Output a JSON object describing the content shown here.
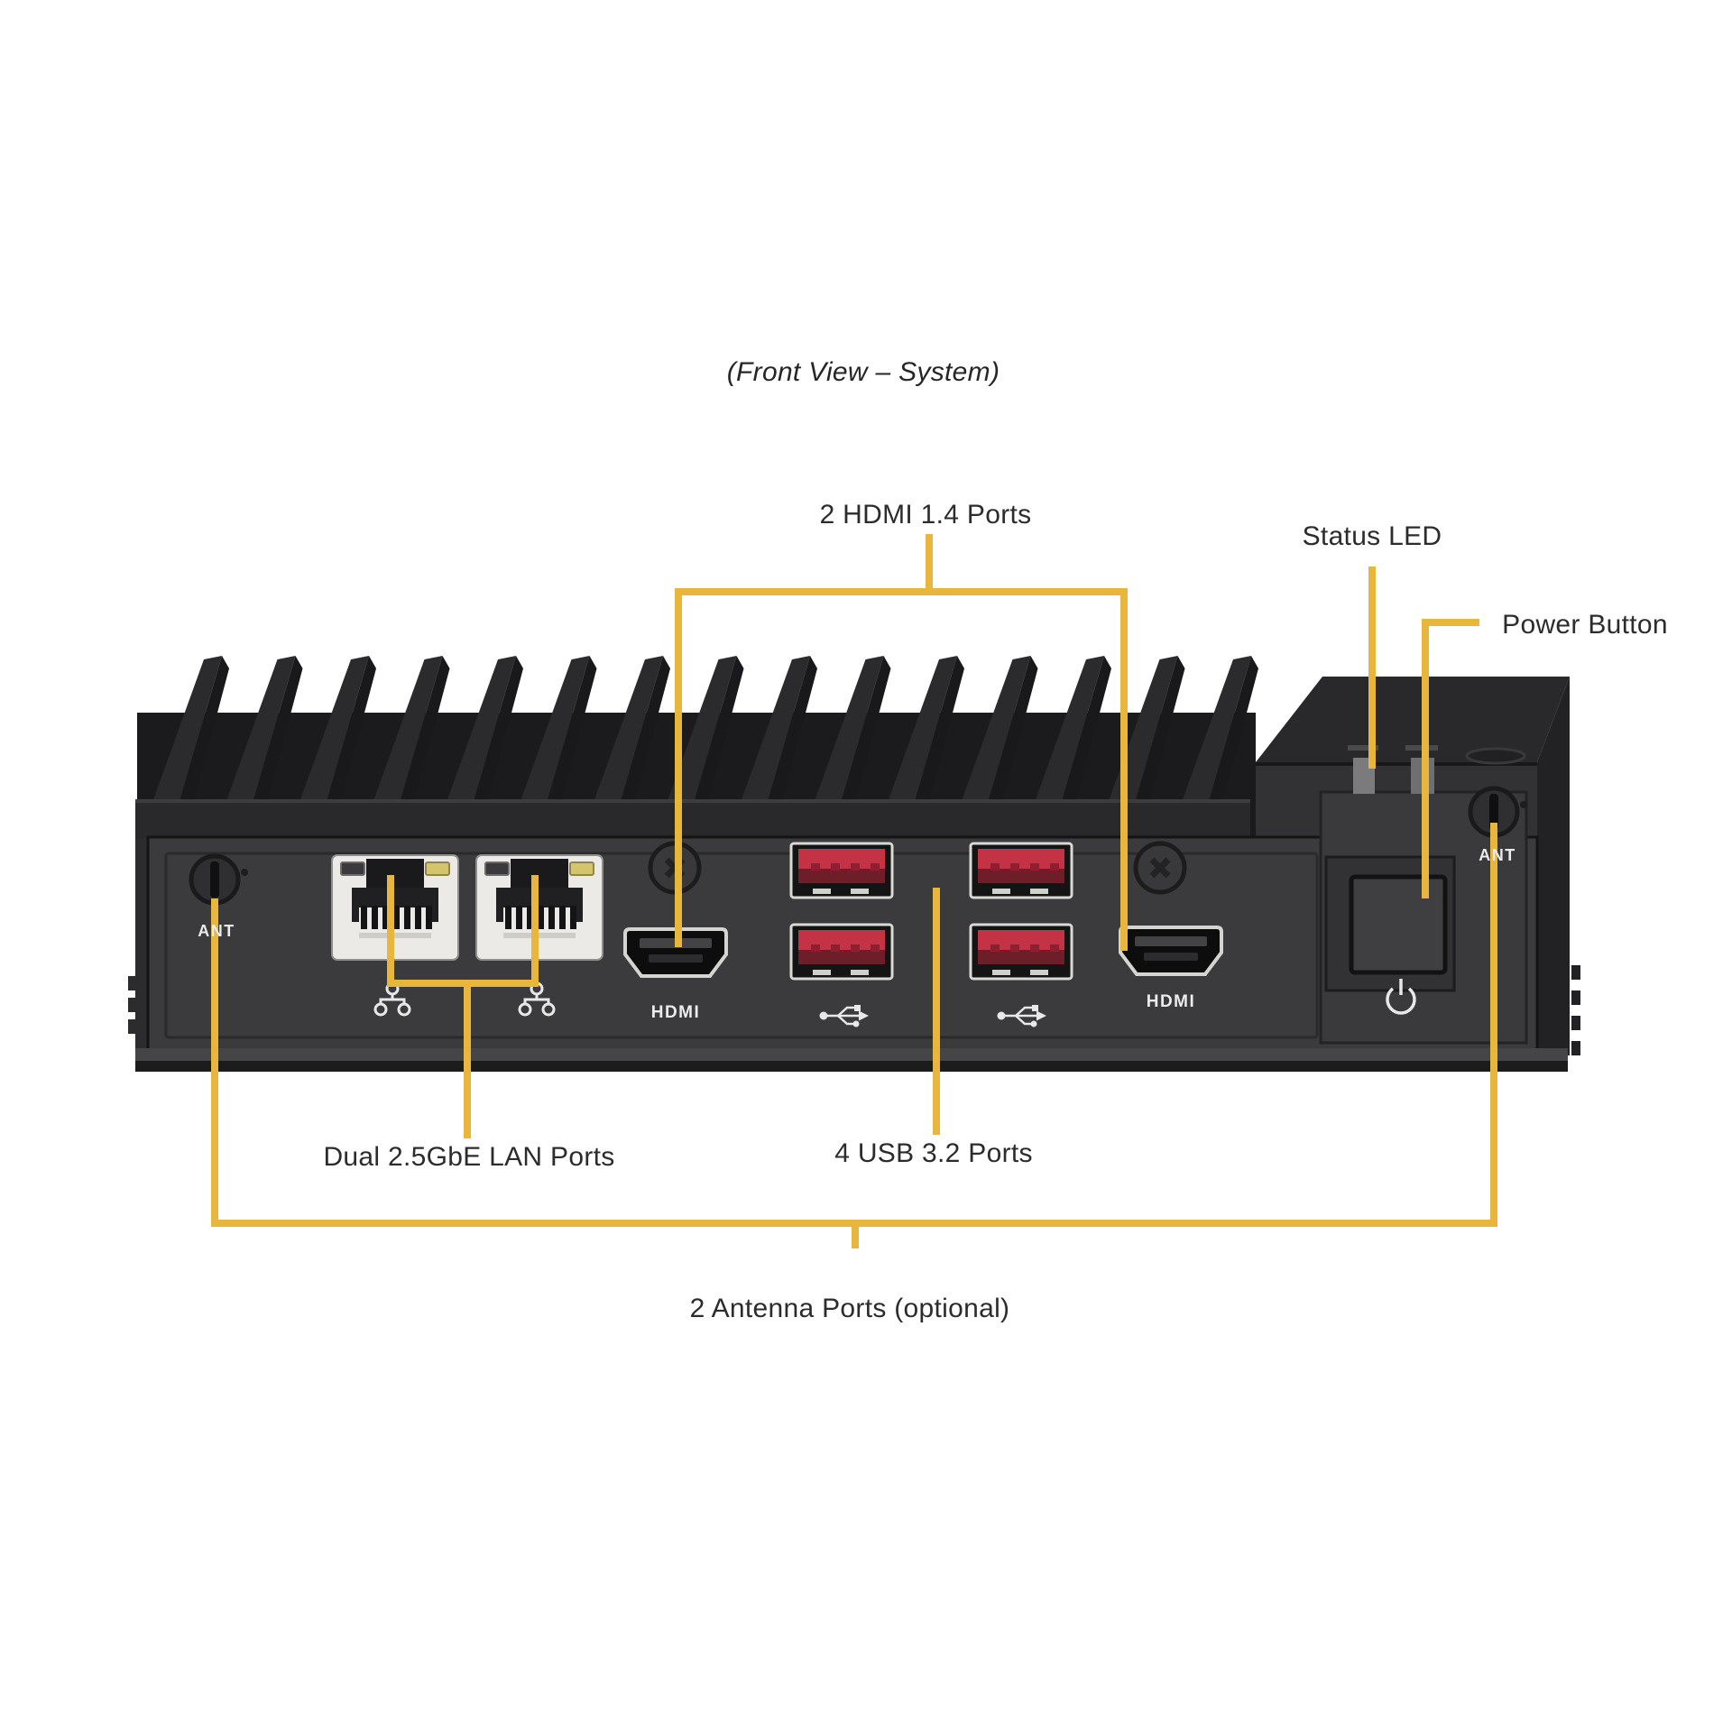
{
  "title": "(Front View – System)",
  "callouts": {
    "hdmi": {
      "label": "2 HDMI 1.4 Ports"
    },
    "status_led": {
      "label": "Status LED"
    },
    "power_button": {
      "label": "Power Button"
    },
    "lan": {
      "label": "Dual 2.5GbE LAN Ports"
    },
    "usb": {
      "label": "4 USB 3.2 Ports"
    },
    "antenna": {
      "label": "2 Antenna Ports (optional)"
    }
  },
  "device": {
    "hdmi1_label": "HDMI",
    "hdmi2_label": "HDMI",
    "ant_left_label": "ANT",
    "ant_right_label": "ANT",
    "icons": {
      "power": "power-icon",
      "usb": "usb-trident-icon",
      "lan": "lan-link-icon"
    }
  },
  "colors": {
    "callout_line": "#e8b63c",
    "chassis_panel": "#3b3b3d",
    "heatsink": "#29292c",
    "usb_red": "#c43246",
    "lan_bezel": "#eceae6",
    "label_text": "#2c2c2c",
    "background": "#ffffff"
  }
}
